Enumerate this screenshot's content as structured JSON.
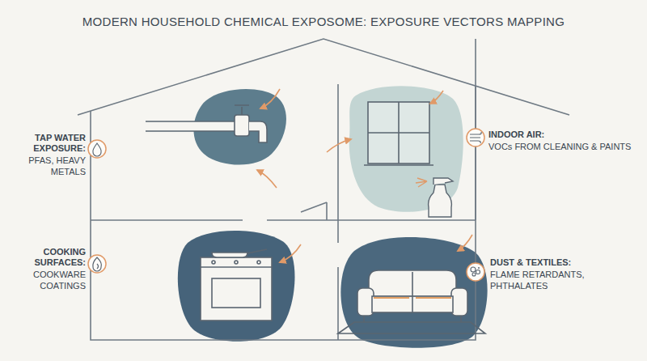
{
  "diagram": {
    "title": "MODERN HOUSEHOLD CHEMICAL EXPOSOME: EXPOSURE VECTORS MAPPING",
    "labels": [
      "TAP WATER EXPOSURE:",
      "PFAS, HEAVY METALS",
      "INDOOR AIR:",
      "VOCs FROM CLEANING & PAINTS",
      "COOKING SURFACES:",
      "COOKWARE COATINGS",
      "DUST & TEXTILES:",
      "FLAME RETARDANTS, PHTHALATES"
    ]
  }
}
